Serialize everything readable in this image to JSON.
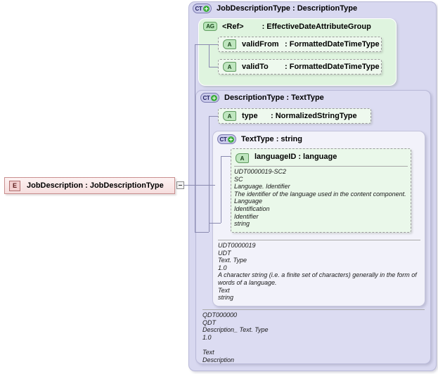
{
  "diagram": {
    "title": "JobDescription : JobDescriptionType",
    "element": {
      "badge": "E",
      "badge_icon": "element-badge-icon",
      "label": "JobDescription : JobDescriptionType"
    },
    "colors": {
      "panel_bg": "#d8d8f0",
      "panel_border": "#b9b9d8",
      "green_bg": "#dff4df",
      "attr_bg": "#eef9ee",
      "element_bg": "#f6dede",
      "element_border": "#c98f8f",
      "ct_badge_bg": "#c9c9ea",
      "ag_badge_bg": "#b8e4b8",
      "a_badge_bg": "#bfe6bf",
      "plus_green": "#3fae3f",
      "page_bg": "#ffffff"
    },
    "complex_types": [
      {
        "badge": "CT",
        "badge_icon": "complextype-expand-icon",
        "title": "JobDescriptionType : DescriptionType"
      },
      {
        "badge": "CT",
        "badge_icon": "complextype-expand-icon",
        "title": "DescriptionType : TextType"
      },
      {
        "badge": "CT",
        "badge_icon": "complextype-expand-icon",
        "title": "TextType : string"
      }
    ],
    "attribute_group": {
      "badge": "AG",
      "badge_icon": "attributegroup-badge-icon",
      "name": "<Ref>",
      "colon": ": EffectiveDateAttributeGroup"
    },
    "attributes": [
      {
        "badge": "A",
        "badge_icon": "attribute-badge-icon",
        "name": "validFrom",
        "colon": ": FormattedDateTimeType"
      },
      {
        "badge": "A",
        "badge_icon": "attribute-badge-icon",
        "name": "validTo",
        "colon": ": FormattedDateTimeType"
      },
      {
        "badge": "A",
        "badge_icon": "attribute-badge-icon",
        "name": "type",
        "colon": ": NormalizedStringType"
      },
      {
        "badge": "A",
        "badge_icon": "attribute-badge-icon",
        "name": "languageID : language",
        "colon": ""
      }
    ],
    "annotations": {
      "languageID": "UDT0000019-SC2\nSC\nLanguage. Identifier\nThe identifier of the language used in the content component.\nLanguage\nIdentification\nIdentifier\nstring",
      "textType": "UDT0000019\nUDT\nText. Type\n1.0\nA character string (i.e. a finite set of characters) generally in the form of\nwords of a language.\nText\nstring",
      "descriptionType": "QDT000000\nQDT\nDescription_ Text. Type\n1.0\n\nText\nDescription"
    },
    "expander": {
      "name": "collapse-toggle",
      "state": "-"
    }
  }
}
